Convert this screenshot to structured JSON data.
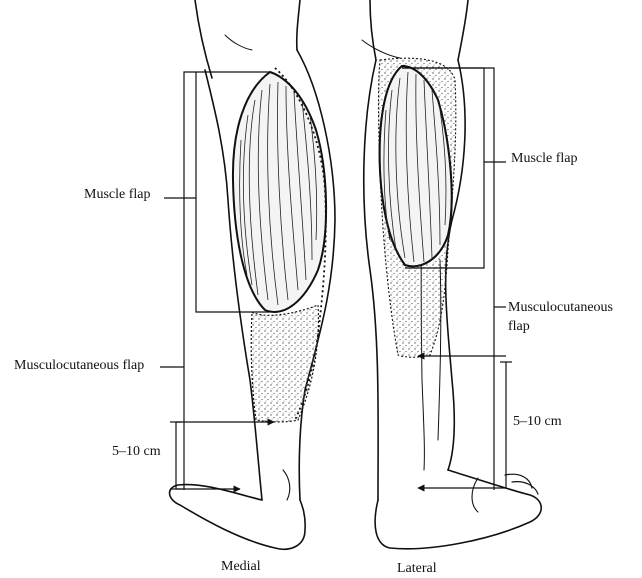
{
  "labels": {
    "muscle_flap_left": "Muscle flap",
    "musculocutaneous_flap_left": "Musculocutaneous flap",
    "distance_left": "5–10 cm",
    "muscle_flap_right": "Muscle flap",
    "musculocutaneous_flap_right_line1": "Musculocutaneous",
    "musculocutaneous_flap_right_line2": "flap",
    "distance_right": "5–10 cm",
    "view_medial": "Medial",
    "view_lateral": "Lateral"
  },
  "colors": {
    "ink": "#111111",
    "stipple": "#bdbdbd",
    "muscle_fill": "#f4f4f4",
    "background": "#ffffff"
  }
}
